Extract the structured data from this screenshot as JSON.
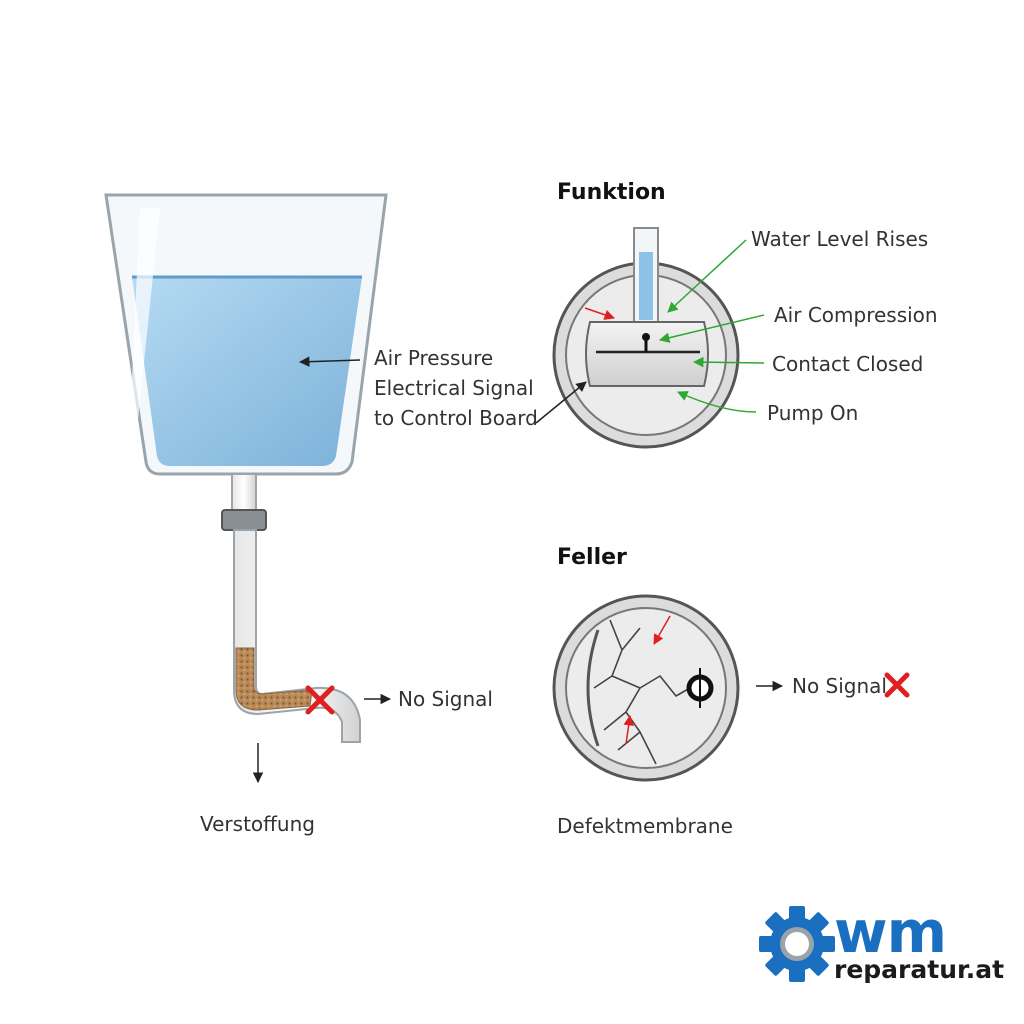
{
  "labels": {
    "air_pressure": "Air Pressure",
    "electrical_signal": "Electrical Signal",
    "to_control_board": "to Control Board",
    "no_signal_left": "No Signal",
    "verstoffung": "Verstoffung",
    "funktion": "Funktion",
    "water_level_rises": "Water Level Rises",
    "air_compression": "Air Compression",
    "contact_closed": "Contact Closed",
    "pump_on": "Pump On",
    "feller": "Feller",
    "no_signal_right": "No Signal",
    "defektmembrane": "Defektmembrane"
  },
  "logo": {
    "mark": "wm",
    "site": "reparatur.at"
  },
  "colors": {
    "water": "#8cc2e6",
    "logo_blue": "#1a6fc0",
    "callout_green": "#2ea82e",
    "alert_red": "#e02020",
    "clog_brown": "#a0764a"
  },
  "icons": {
    "error": "cross-mark-icon",
    "logo": "gear-icon"
  }
}
